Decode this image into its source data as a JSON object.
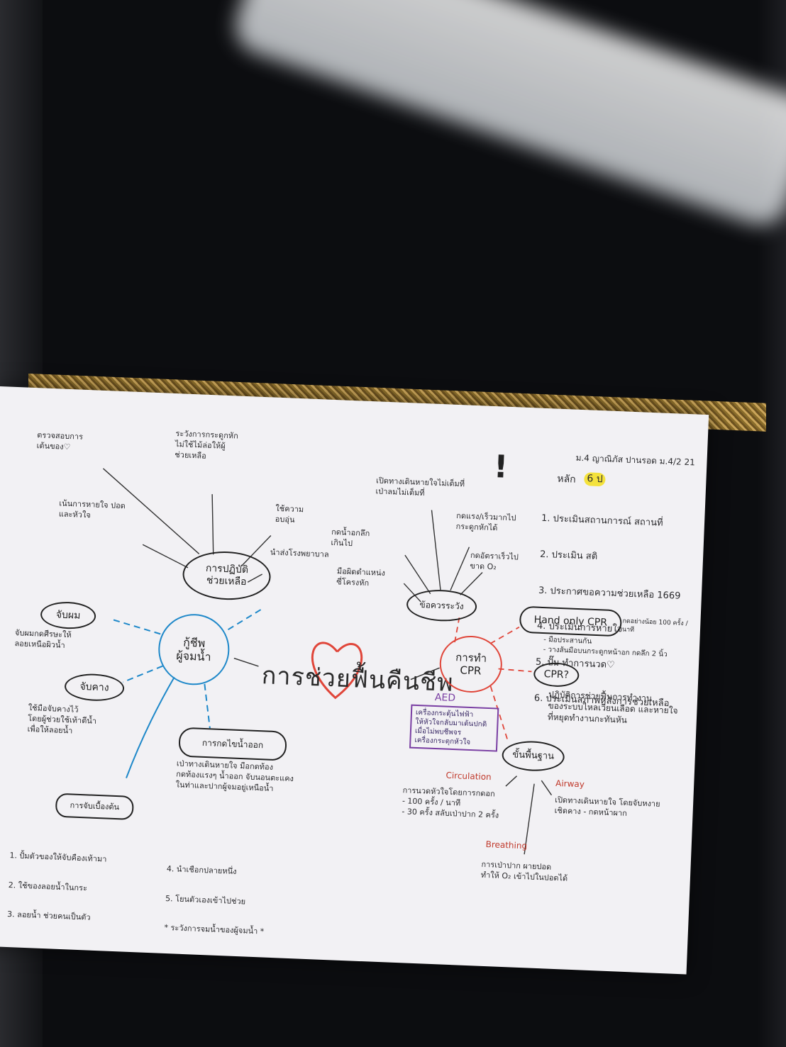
{
  "photo": {
    "subject": "",
    "paper": {
      "header_right": "ม.4 ญาณิภัส  ปานรอด  ม.4/2  21",
      "principle_label": "หลัก",
      "principle_num": "6 ป",
      "steps": [
        "1. ประเมินสถานการณ์ สถานที่",
        "2. ประเมิน สติ",
        "3. ประกาศขอความช่วยเหลือ 1669",
        "4. ประเมินการหายใจ",
        "5. ปั๊ม ทำการนวด♡",
        "6. ประเมินสภาพหลังการช่วยเหลือ"
      ],
      "center_title": "การช่วยฟื้นคืนชีพ",
      "node_rescue": "กู้ชีพ\nผู้จมน้ำ",
      "node_actions": "การปฏิบัติ\nช่วยเหลือ",
      "node_caution": "ข้อควรระวัง",
      "node_cpr": "การทำ\nCPR",
      "node_hand": "Hand only CPR",
      "node_cprq": "CPR?",
      "node_steps": "ขั้นพื้นฐาน",
      "node_hair": "จับผม",
      "node_chin": "จับคาง",
      "node_water": "การกดไขน้ำออก",
      "node_clothes": "การจับเบื้องต้น",
      "aed_label": "AED",
      "aed_note": "เครื่องกระตุ้นไฟฟ้า\nให้หัวใจกลับมาเต้นปกติ\nเมื่อไม่พบชีพจร\nเครื่องกระตุกหัวใจ",
      "actions_notes": [
        "ตรวจสอบการ\nเต้นของ♡",
        "ระวังการกระดูกหัก\nไม่ใช้ไม้ล่อให้ผู้\nช่วยเหลือ",
        "เน้นการหายใจ ปอด\nและหัวใจ",
        "ใช้ความ\nอบอุ่น",
        "นำส่งโรงพยาบาล"
      ],
      "caution_notes": [
        "เปิดทางเดินหายใจไม่เต็มที่\nเป่าลมไม่เต็มที่",
        "กดแรง/เร็วมากไป\nกระดูกหักได้",
        "กดน้ำอกลึก\nเกินไป",
        "กดอัตราเร็วไป\nขาด O₂",
        "มือผิดตำแหน่ง\nซี่โครงหัก"
      ],
      "hand_note": "กดอย่างน้อย 100 ครั้ง / นาที",
      "hand_bullets": "- มือประสานกัน\n- วางส้นมือบนกระดูกหน้าอก กดลึก 2 นิ้ว",
      "cpr_def": "ปฏิบัติการช่วยฟื้นการทำงาน\nของระบบไหลเวียนเลือด และหายใจ\nที่หยุดทำงานกะทันหัน",
      "hair_note": "จับผมกดศีรษะให้\nลอยเหนือผิวน้ำ",
      "chin_note": "ใช้มือจับคางไว้\nโดยผู้ช่วยใช้เท้าตีน้ำ\nเพื่อให้ลอยน้ำ",
      "water_note": "เป่าทางเดินหายใจ มือกดท้อง\nกดท้องแรงๆ น้ำออก จับนอนตะแคง\nในท่าและปากผู้จมอยู่เหนือน้ำ",
      "clothes_list": [
        "1. ปั้มตัวของให้จับคืองเท้ามา",
        "2. ใช้ของลอยน้ำในกระ",
        "3. ลอยน้ำ ช่วยคนเป็นตัว"
      ],
      "clothes_list2": [
        "4. นำเชือกปลายหนึ่ง",
        "5. โยนตัวเองเข้าไปช่วย",
        "* ระวังการจมน้ำของผู้จมน้ำ *"
      ],
      "circulation_label": "Circulation",
      "circulation_note": "การนวดหัวใจโดยการกดอก\n- 100 ครั้ง / นาที\n- 30 ครั้ง สลับเป่าปาก 2 ครั้ง",
      "airway_label": "Airway",
      "airway_note": "เปิดทางเดินหายใจ โดยจับหงาย\nเชิดคาง - กดหน้าผาก",
      "breathing_label": "Breathing",
      "breathing_note": "การเป่าปาก ผายปอด\nทำให้ O₂ เข้าไปในปอดได้"
    }
  },
  "colors": {
    "background": "#0c0d10",
    "paper": "#f2f1f4",
    "ink": "#2b2b2e",
    "accent_blue": "#1e88c9",
    "accent_red": "#e0463a",
    "accent_purple": "#7a3fa3"
  }
}
